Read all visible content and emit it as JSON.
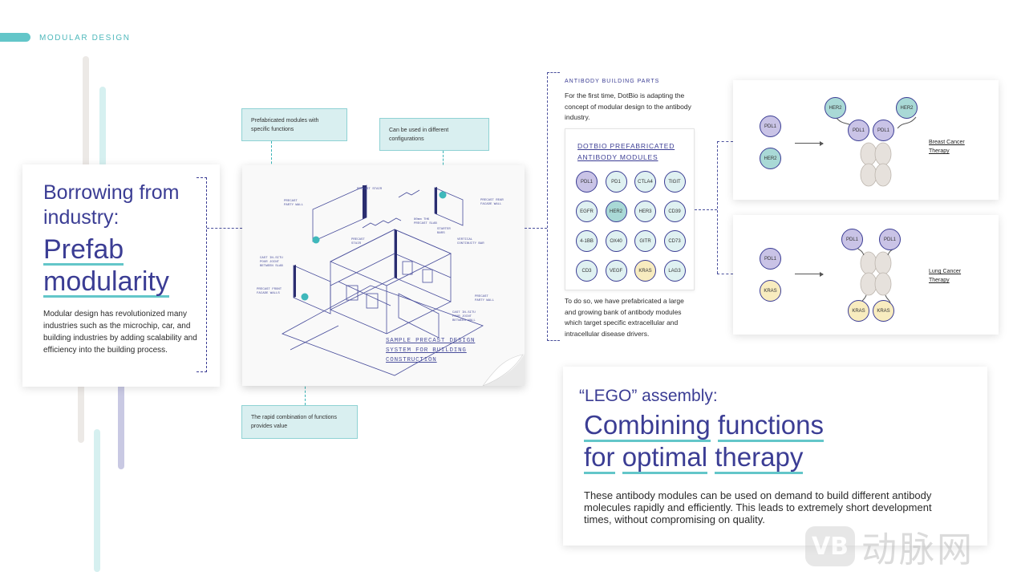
{
  "header": {
    "section_label": "MODULAR DESIGN"
  },
  "left_card": {
    "title_line1": "Borrowing from industry:",
    "title_line2a": "Prefab",
    "title_line2b": "modularity",
    "body": "Modular design has revolutionized many industries such as the microchip, car, and building industries by adding scalability and efficiency into the building process."
  },
  "blueprint": {
    "caption": [
      "SAMPLE PRECAST DESIGN",
      "SYSTEM FOR BUILDING",
      "CONSTRUCTION"
    ],
    "labels": {
      "precast_stair": "PRECAST STAIR",
      "precast_party_wall": "PRECAST PARTY WALL",
      "precast_rear_facade": "PRECAST REAR FACADE WALL",
      "slab": "80mm THK PRECAST SLAB",
      "starter_bars": "STARTER BARS",
      "vertical_bar": "VERTICAL CONTINUITY BAR",
      "precast_stair2": "PRECAST STAIR",
      "cast_in_situ_1": "CAST IN-SITU POUR JOINT BETWEEN SLAB",
      "precast_front": "PRECAST FRONT FACADE WALLS",
      "cast_in_situ_2": "CAST IN-SITU POUR JOINT BETWEEN WALL",
      "precast_party_wall2": "PRECAST PARTY WALL"
    }
  },
  "callouts": {
    "prefab": "Prefabricated modules with specific functions",
    "configs": "Can be used in different configurations",
    "rapid": "The rapid combination of functions provides value"
  },
  "antibody_parts": {
    "heading": "ANTIBODY BUILDING PARTS",
    "intro": "For the first time, DotBio is adapting the concept of modular design to the antibody industry.",
    "modules_title": [
      "DOTBIO PREFABRICATED",
      "ANTIBODY MODULES"
    ],
    "modules": [
      {
        "label": "PDL1",
        "color": "#c9c3e6"
      },
      {
        "label": "PD1",
        "color": "#dff1f1"
      },
      {
        "label": "CTLA4",
        "color": "#dff1f1"
      },
      {
        "label": "TIGIT",
        "color": "#dff1f1"
      },
      {
        "label": "EGFR",
        "color": "#dff1f1"
      },
      {
        "label": "HER2",
        "color": "#a9d9d6"
      },
      {
        "label": "HER3",
        "color": "#dff1f1"
      },
      {
        "label": "CD39",
        "color": "#dff1f1"
      },
      {
        "label": "4-1BB",
        "color": "#dff1f1"
      },
      {
        "label": "OX40",
        "color": "#dff1f1"
      },
      {
        "label": "GITR",
        "color": "#dff1f1"
      },
      {
        "label": "CD73",
        "color": "#dff1f1"
      },
      {
        "label": "CD3",
        "color": "#dff1f1"
      },
      {
        "label": "VEGF",
        "color": "#dff1f1"
      },
      {
        "label": "KRAS",
        "color": "#f8ecbf"
      },
      {
        "label": "LAG3",
        "color": "#dff1f1"
      }
    ],
    "outro": "To do so, we have prefabricated a large and growing bank of antibody modules which target specific extracellular and intracellular disease drivers."
  },
  "therapy_cards": [
    {
      "inputs": [
        "PDL1",
        "HER2"
      ],
      "top_arms": [
        "HER2",
        "HER2"
      ],
      "inner_arms": [
        "PDL1",
        "PDL1"
      ],
      "label": [
        "Breast Cancer",
        "Therapy"
      ]
    },
    {
      "inputs": [
        "PDL1",
        "KRAS"
      ],
      "top_arms": [
        "PDL1",
        "PDL1"
      ],
      "bottom_arms": [
        "KRAS",
        "KRAS"
      ],
      "label": [
        "Lung Cancer",
        "Therapy"
      ]
    }
  ],
  "lego": {
    "subtitle": "“LEGO” assembly:",
    "title_w1": "Combining",
    "title_w2": "functions",
    "title_w3": "for",
    "title_w4": "optimal",
    "title_w5": "therapy",
    "body": "These antibody modules can be used on demand to build different antibody molecules rapidly and efficiently. This leads to extremely short development times, without compromising on quality."
  },
  "watermark": {
    "logo": "VB",
    "text": "动脉网"
  },
  "colors": {
    "brand_indigo": "#3b3d94",
    "brand_teal": "#63c6c9",
    "pdl1_purple": "#c9c3e6",
    "her2_teal": "#a9d9d6",
    "kras_yellow": "#f8ecbf",
    "neutral_module": "#dff1f1",
    "fc_grey": "#e6e1dc"
  }
}
